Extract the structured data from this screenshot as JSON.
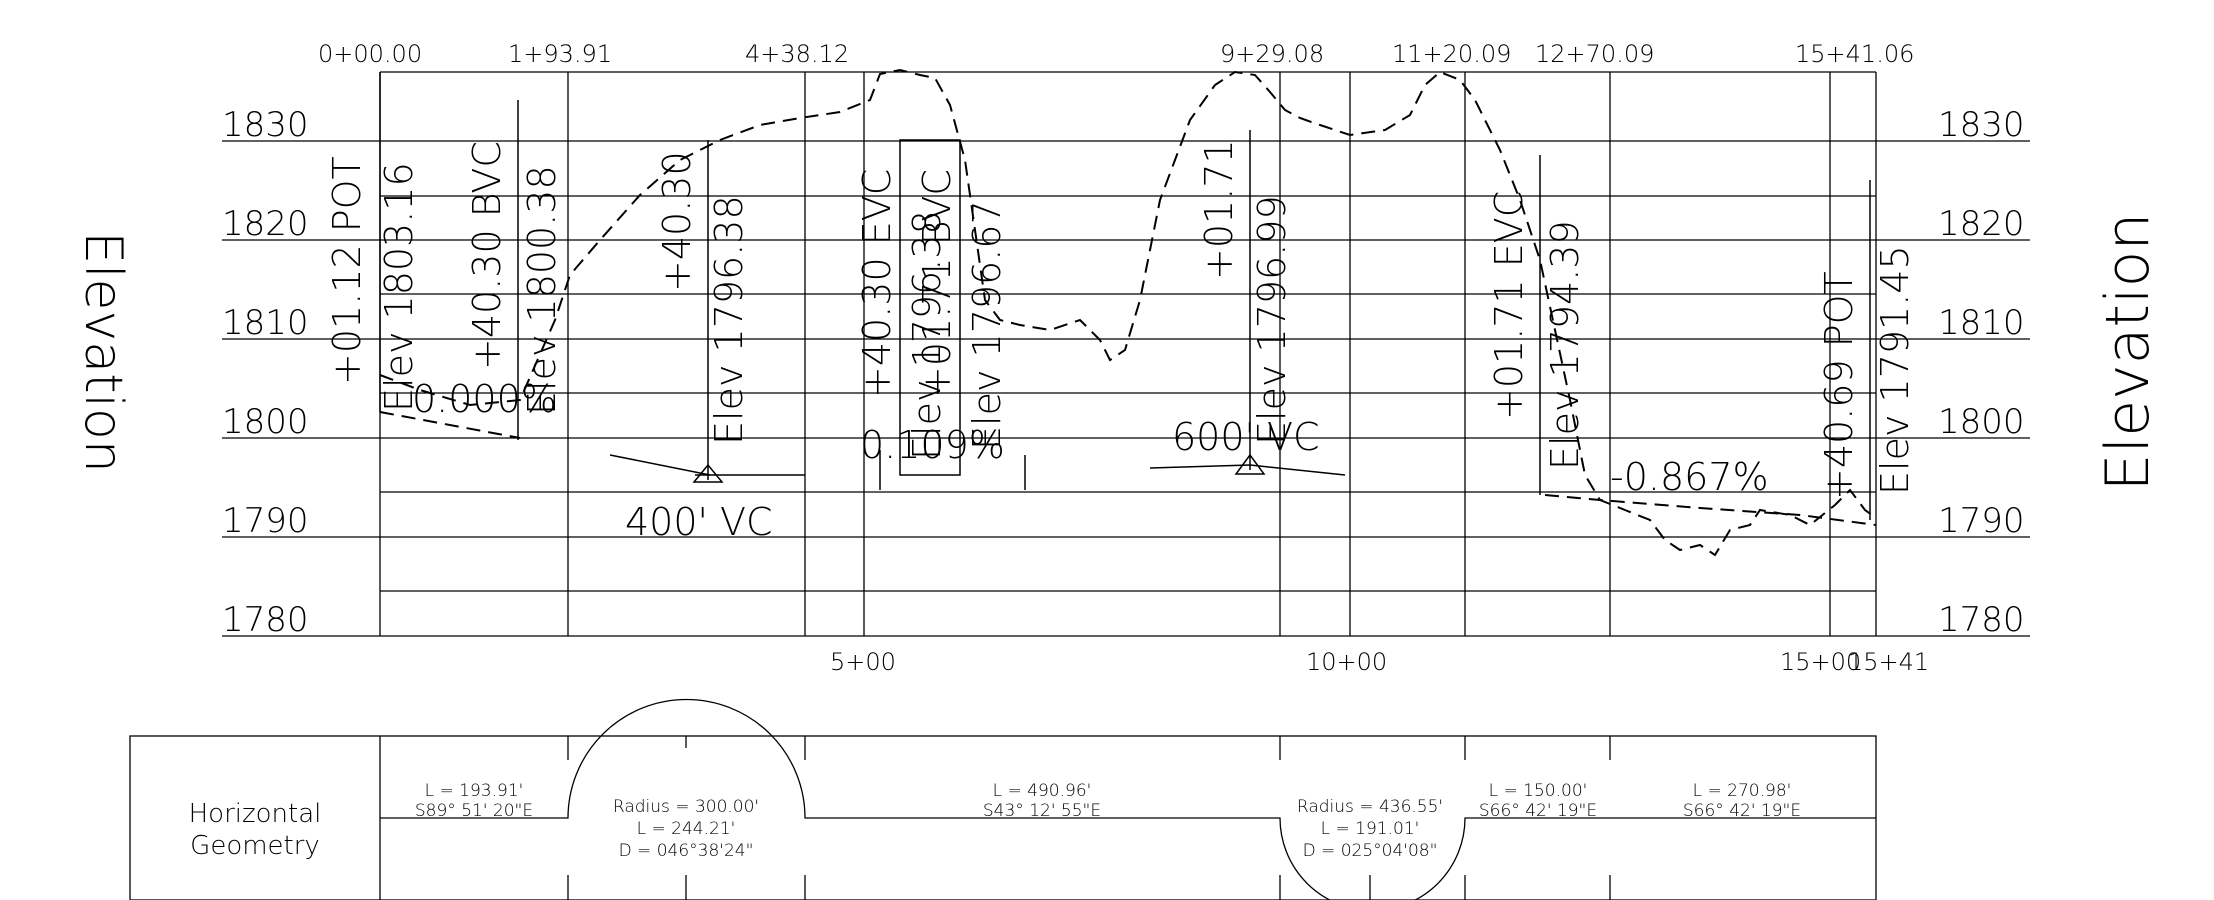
{
  "side_labels": {
    "left": "Elevation",
    "right": "Elevation"
  },
  "stations_top": [
    "0+00.00",
    "1+93.91",
    "4+38.12",
    "9+29.08",
    "11+20.09",
    "12+70.09",
    "15+41.06"
  ],
  "stations_bottom": [
    "5+00",
    "10+00",
    "15+00",
    "15+41"
  ],
  "elevations": [
    "1830",
    "1820",
    "1810",
    "1800",
    "1790",
    "1780"
  ],
  "labels": {
    "pot1_sta": "+01.12 POT",
    "pot1_elev": "Elev 1803.16",
    "bvc1_sta": "+40.30 BVC",
    "bvc1_elev": "Elev 1800.38",
    "grade1": "0.000%",
    "pvi1_sta": "+40.30",
    "pvi1_elev": "Elev 1796.38",
    "vc1": "400' VC",
    "evc1_sta": "+40.30 EVC",
    "evc1_elev": "Elev 1796.38",
    "bvc2_sta": "+01.71 BVC",
    "bvc2_elev": "Elev 1796.67",
    "grade2": "0.109%",
    "pvi2_sta": "+01.71",
    "pvi2_elev": "Elev 1796.99",
    "vc2": "600' VC",
    "evc2_sta": "+01.71 EVC",
    "evc2_elev": "Elev 1794.39",
    "grade3": "-0.867%",
    "pot2_sta": "+40.69 POT",
    "pot2_elev": "Elev 1791.45"
  },
  "horizontal": {
    "title_line1": "Horizontal",
    "title_line2": "Geometry",
    "seg1_l": "L = 193.91'",
    "seg1_b": "S89° 51' 20\"E",
    "curve1_r": "Radius = 300.00'",
    "curve1_l": "L = 244.21'",
    "curve1_d": "D = 046°38'24\"",
    "seg2_l": "L = 490.96'",
    "seg2_b": "S43° 12' 55\"E",
    "curve2_r": "Radius = 436.55'",
    "curve2_l": "L = 191.01'",
    "curve2_d": "D = 025°04'08\"",
    "seg3_l": "L = 150.00'",
    "seg3_b": "S66° 42' 19\"E",
    "seg4_l": "L = 270.98'",
    "seg4_b": "S66° 42' 19\"E"
  }
}
